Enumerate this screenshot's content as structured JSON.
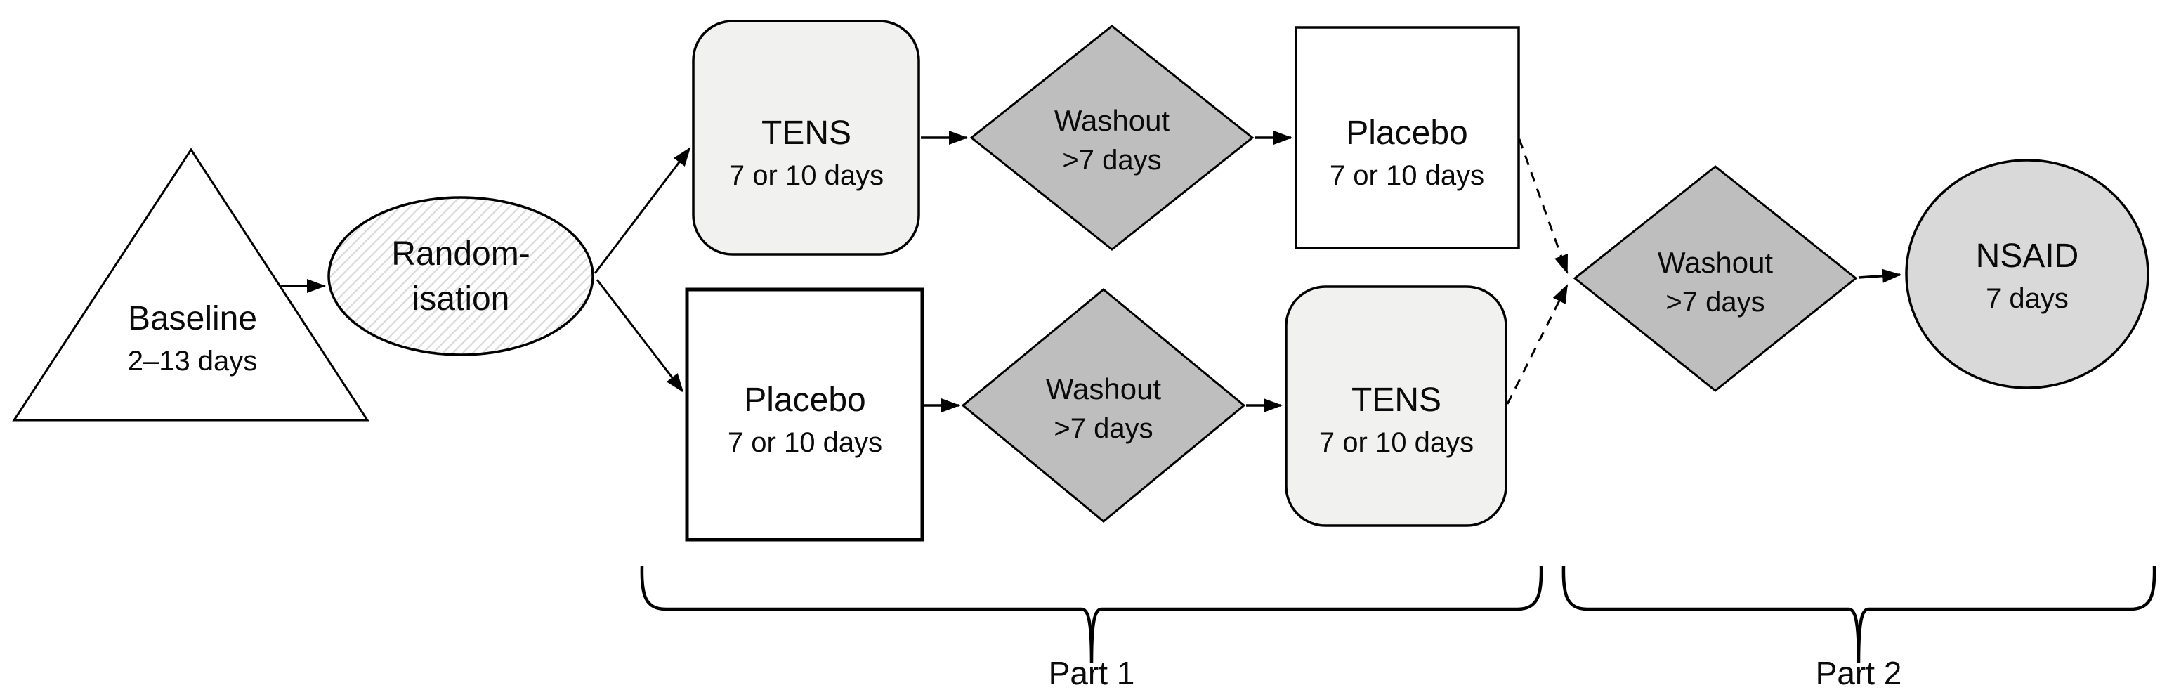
{
  "diagram": {
    "nodes": {
      "baseline": {
        "title": "Baseline",
        "subtitle": "2–13 days"
      },
      "randomisation": {
        "line1": "Random-",
        "line2": "isation"
      },
      "arm1_tens": {
        "title": "TENS",
        "subtitle": "7 or 10 days"
      },
      "arm1_washout": {
        "title": "Washout",
        "subtitle": ">7 days"
      },
      "arm1_placebo": {
        "title": "Placebo",
        "subtitle": "7 or 10 days"
      },
      "arm2_placebo": {
        "title": "Placebo",
        "subtitle": "7 or 10 days"
      },
      "arm2_washout": {
        "title": "Washout",
        "subtitle": ">7 days"
      },
      "arm2_tens": {
        "title": "TENS",
        "subtitle": "7 or 10 days"
      },
      "part2_washout": {
        "title": "Washout",
        "subtitle": ">7 days"
      },
      "nsaid": {
        "title": "NSAID",
        "subtitle": "7 days"
      }
    },
    "phases": {
      "part1_label": "Part 1",
      "part2_label": "Part 2"
    },
    "colors": {
      "shape_stroke": "#000000",
      "diamond_fill": "#bebebe",
      "rounded_box_fill": "#f1f1f0",
      "nsaid_fill": "#d9d9d9",
      "hatch_line": "#d9d9d9",
      "background": "#ffffff"
    }
  }
}
